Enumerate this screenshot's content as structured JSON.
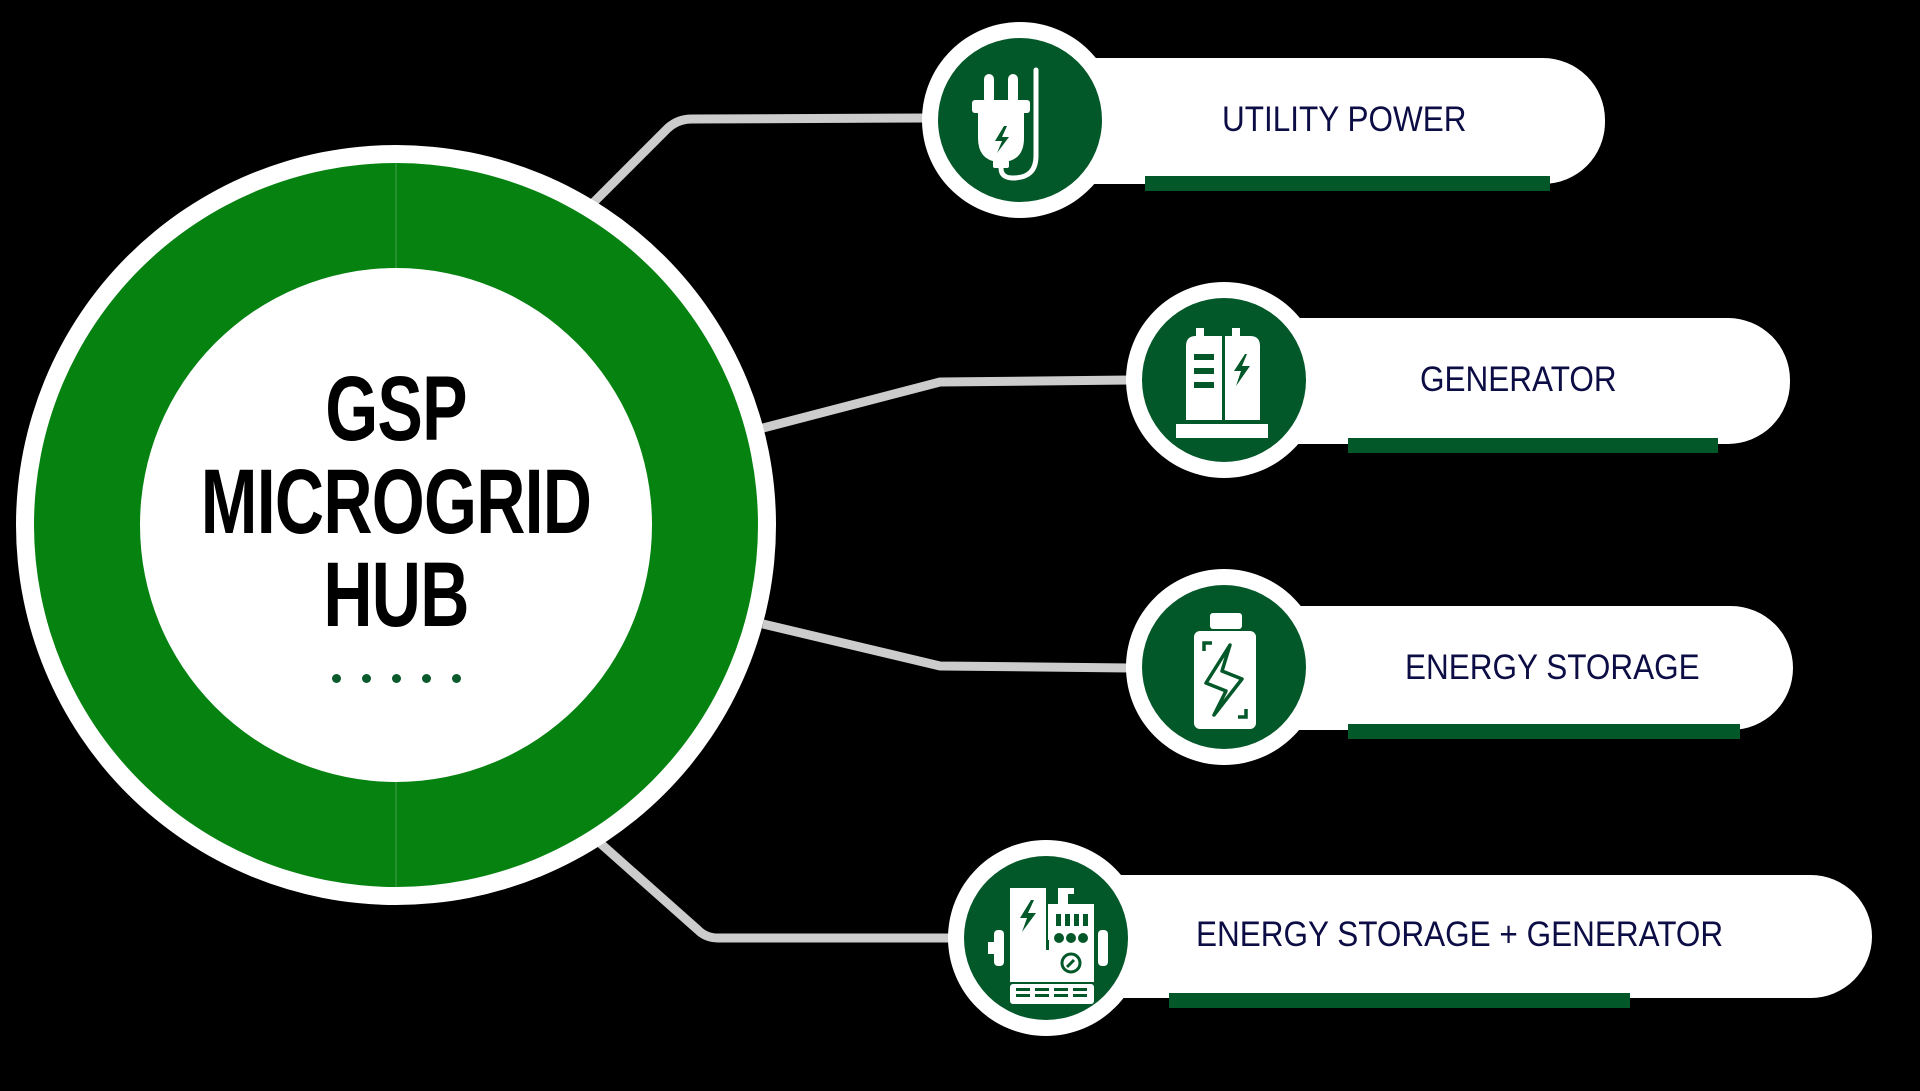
{
  "hub": {
    "title_lines": [
      "GSP",
      "MICROGRID",
      "HUB"
    ],
    "dot_count": 5
  },
  "nodes": [
    {
      "label": "UTILITY POWER",
      "icon": "plug-icon"
    },
    {
      "label": "GENERATOR",
      "icon": "generator-cabinet-icon"
    },
    {
      "label": "ENERGY STORAGE",
      "icon": "battery-icon"
    },
    {
      "label": "ENERGY STORAGE + GENERATOR",
      "icon": "hybrid-generator-icon"
    }
  ],
  "colors": {
    "background": "#000000",
    "hub_ring": "#058210",
    "icon_disc": "#03582a",
    "underline_bar": "#03582a",
    "label_text": "#0d0d45",
    "connector": "#cccccc"
  }
}
